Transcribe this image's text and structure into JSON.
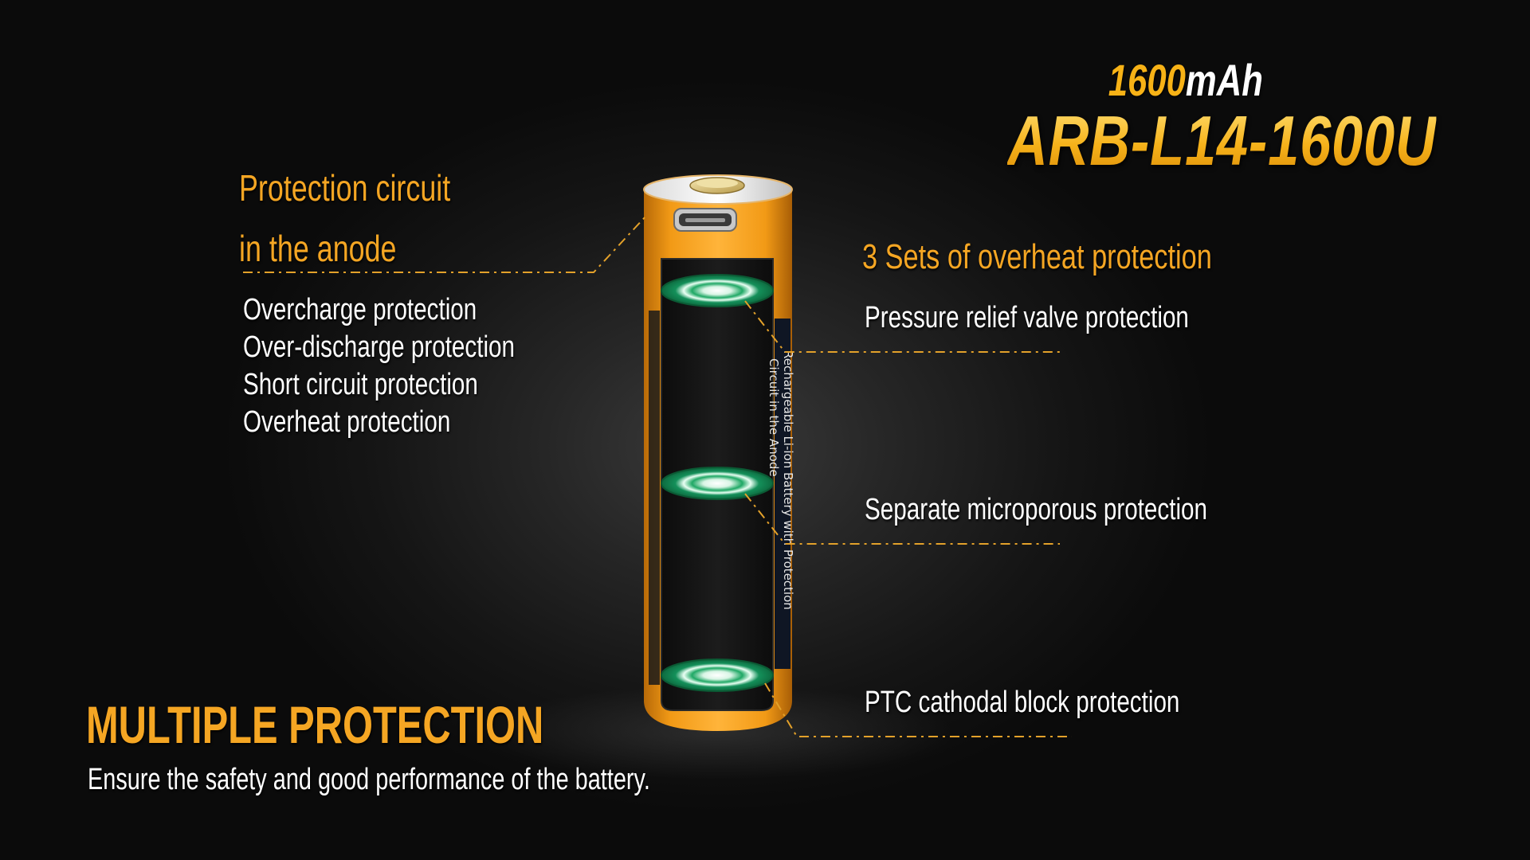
{
  "header": {
    "capacity_number": "1600",
    "capacity_unit": "mAh",
    "model": "ARB-L14-1600U"
  },
  "anode_section": {
    "title_line1": "Protection circuit",
    "title_line2": "in the anode",
    "items": [
      "Overcharge protection",
      "Over-discharge protection",
      "Short circuit protection",
      "Overheat protection"
    ]
  },
  "overheat_section": {
    "title": "3 Sets of overheat protection",
    "items": [
      "Pressure relief valve protection",
      "Separate microporous protection",
      "PTC cathodal block protection"
    ]
  },
  "battery_label": {
    "line1": "Rechargeable Li-ion Battery with Protection",
    "line2": "Circuit in the Anode"
  },
  "footer": {
    "title": "MULTIPLE PROTECTION",
    "subtitle": "Ensure the safety and good performance of the battery."
  },
  "colors": {
    "accent_orange": "#f5a623",
    "battery_orange": "#f5a21b",
    "ring_green": "#1a9a5a",
    "text_white": "#ffffff",
    "background": "#1a1a1a"
  }
}
